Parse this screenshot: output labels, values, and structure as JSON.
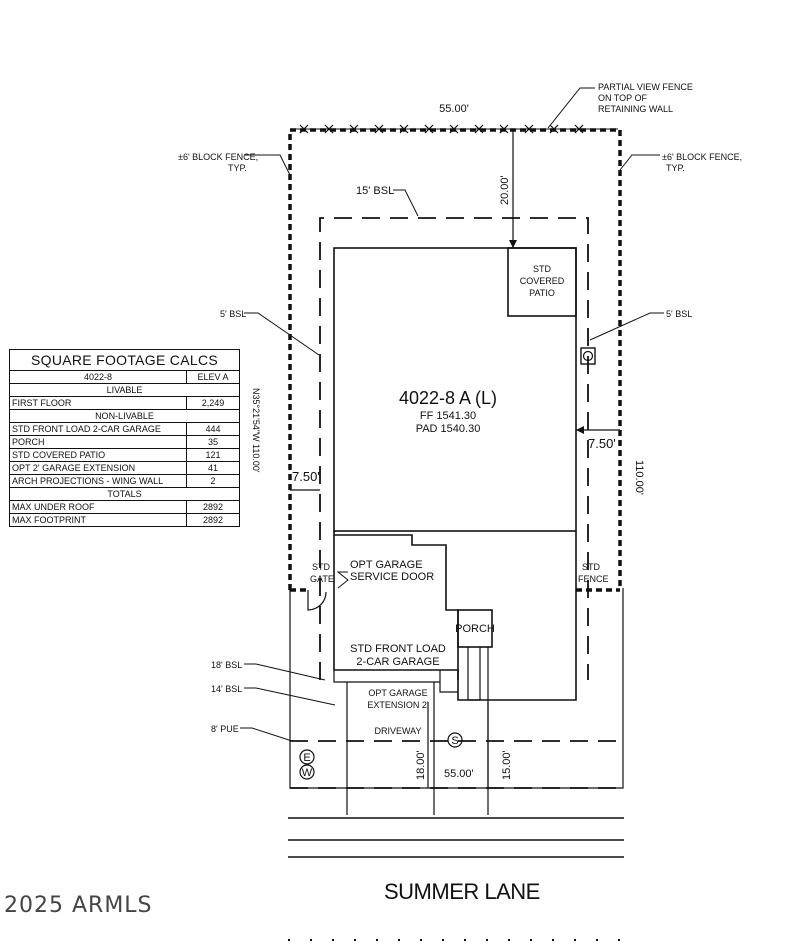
{
  "sqft_table": {
    "title": "SQUARE FOOTAGE CALCS",
    "plan": "4022-8",
    "elevation": "ELEV A",
    "section_livable": "LIVABLE",
    "section_non_livable": "NON-LIVABLE",
    "section_totals": "TOTALS",
    "rows_livable": [
      {
        "label": "FIRST FLOOR",
        "value": "2,249"
      }
    ],
    "rows_non_livable": [
      {
        "label": "STD FRONT LOAD 2-CAR GARAGE",
        "value": "444"
      },
      {
        "label": "PORCH",
        "value": "35"
      },
      {
        "label": "STD COVERED PATIO",
        "value": "121"
      },
      {
        "label": "OPT 2' GARAGE EXTENSION",
        "value": "41"
      },
      {
        "label": "ARCH PROJECTIONS - WING WALL",
        "value": "2"
      }
    ],
    "rows_totals": [
      {
        "label": "MAX UNDER ROOF",
        "value": "2892"
      },
      {
        "label": "MAX FOOTPRINT",
        "value": "2892"
      }
    ]
  },
  "plan": {
    "lot_title": "4022-8 A (L)",
    "ff": "FF 1541.30",
    "pad": "PAD 1540.30",
    "dim_top": "55.00'",
    "dim_rear_setback": "20.00'",
    "dim_side_left": "7.50'",
    "dim_side_right": "7.50'",
    "dim_lot_depth": "110.00'",
    "bearing": "N35°21'54\"W 110.00'",
    "dim_driveway_left": "18.00'",
    "dim_driveway_right": "15.00'",
    "dim_bottom": "55.00'",
    "label_partial_fence_1": "PARTIAL VIEW FENCE",
    "label_partial_fence_2": "ON TOP OF",
    "label_partial_fence_3": "RETAINING WALL",
    "label_block_fence_left_1": "±6' BLOCK FENCE,",
    "label_block_fence_left_2": "TYP.",
    "label_block_fence_right_1": "±6' BLOCK FENCE,",
    "label_block_fence_right_2": "TYP.",
    "label_15_bsl": "15' BSL",
    "label_5_bsl_left": "5' BSL",
    "label_5_bsl_right": "5' BSL",
    "label_patio_1": "STD",
    "label_patio_2": "COVERED",
    "label_patio_3": "PATIO",
    "label_std_gate_1": "STD",
    "label_std_gate_2": "GATE",
    "label_service_door_1": "OPT GARAGE",
    "label_service_door_2": "SERVICE DOOR",
    "label_std_fence_1": "STD",
    "label_std_fence_2": "FENCE",
    "label_porch": "PORCH",
    "label_garage_1": "STD FRONT LOAD",
    "label_garage_2": "2-CAR GARAGE",
    "label_garage_ext_1": "OPT GARAGE",
    "label_garage_ext_2": "EXTENSION 2'",
    "label_driveway": "DRIVEWAY",
    "label_18_bsl": "18' BSL",
    "label_14_bsl": "14' BSL",
    "label_8_pue": "8' PUE",
    "utility_e": "E",
    "utility_w": "W",
    "utility_s": "S"
  },
  "street_name": "SUMMER LANE",
  "copyright": "2025 ARMLS"
}
